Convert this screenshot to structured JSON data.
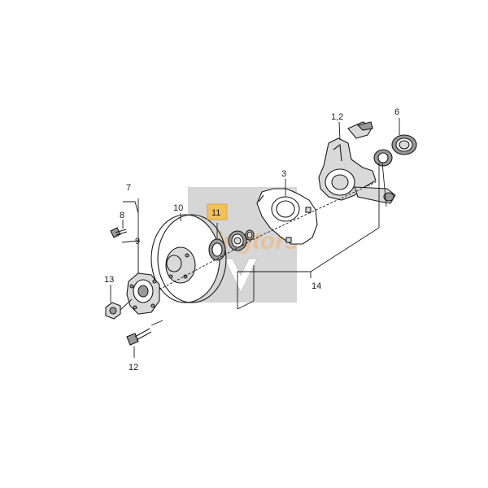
{
  "callouts": {
    "c1": "1,2",
    "c2": "6",
    "c3": "3",
    "c4": "7",
    "c5": "8",
    "c6": "9",
    "c7": "10",
    "c8": "11",
    "c9": "13",
    "c10": "12",
    "c11": "14"
  },
  "highlight": {
    "part": "11",
    "color": "#f3c15a"
  },
  "watermark": {
    "text": "8 ingtors",
    "color": "#f2b36b",
    "backdrop_color": "#d6d6d6"
  }
}
